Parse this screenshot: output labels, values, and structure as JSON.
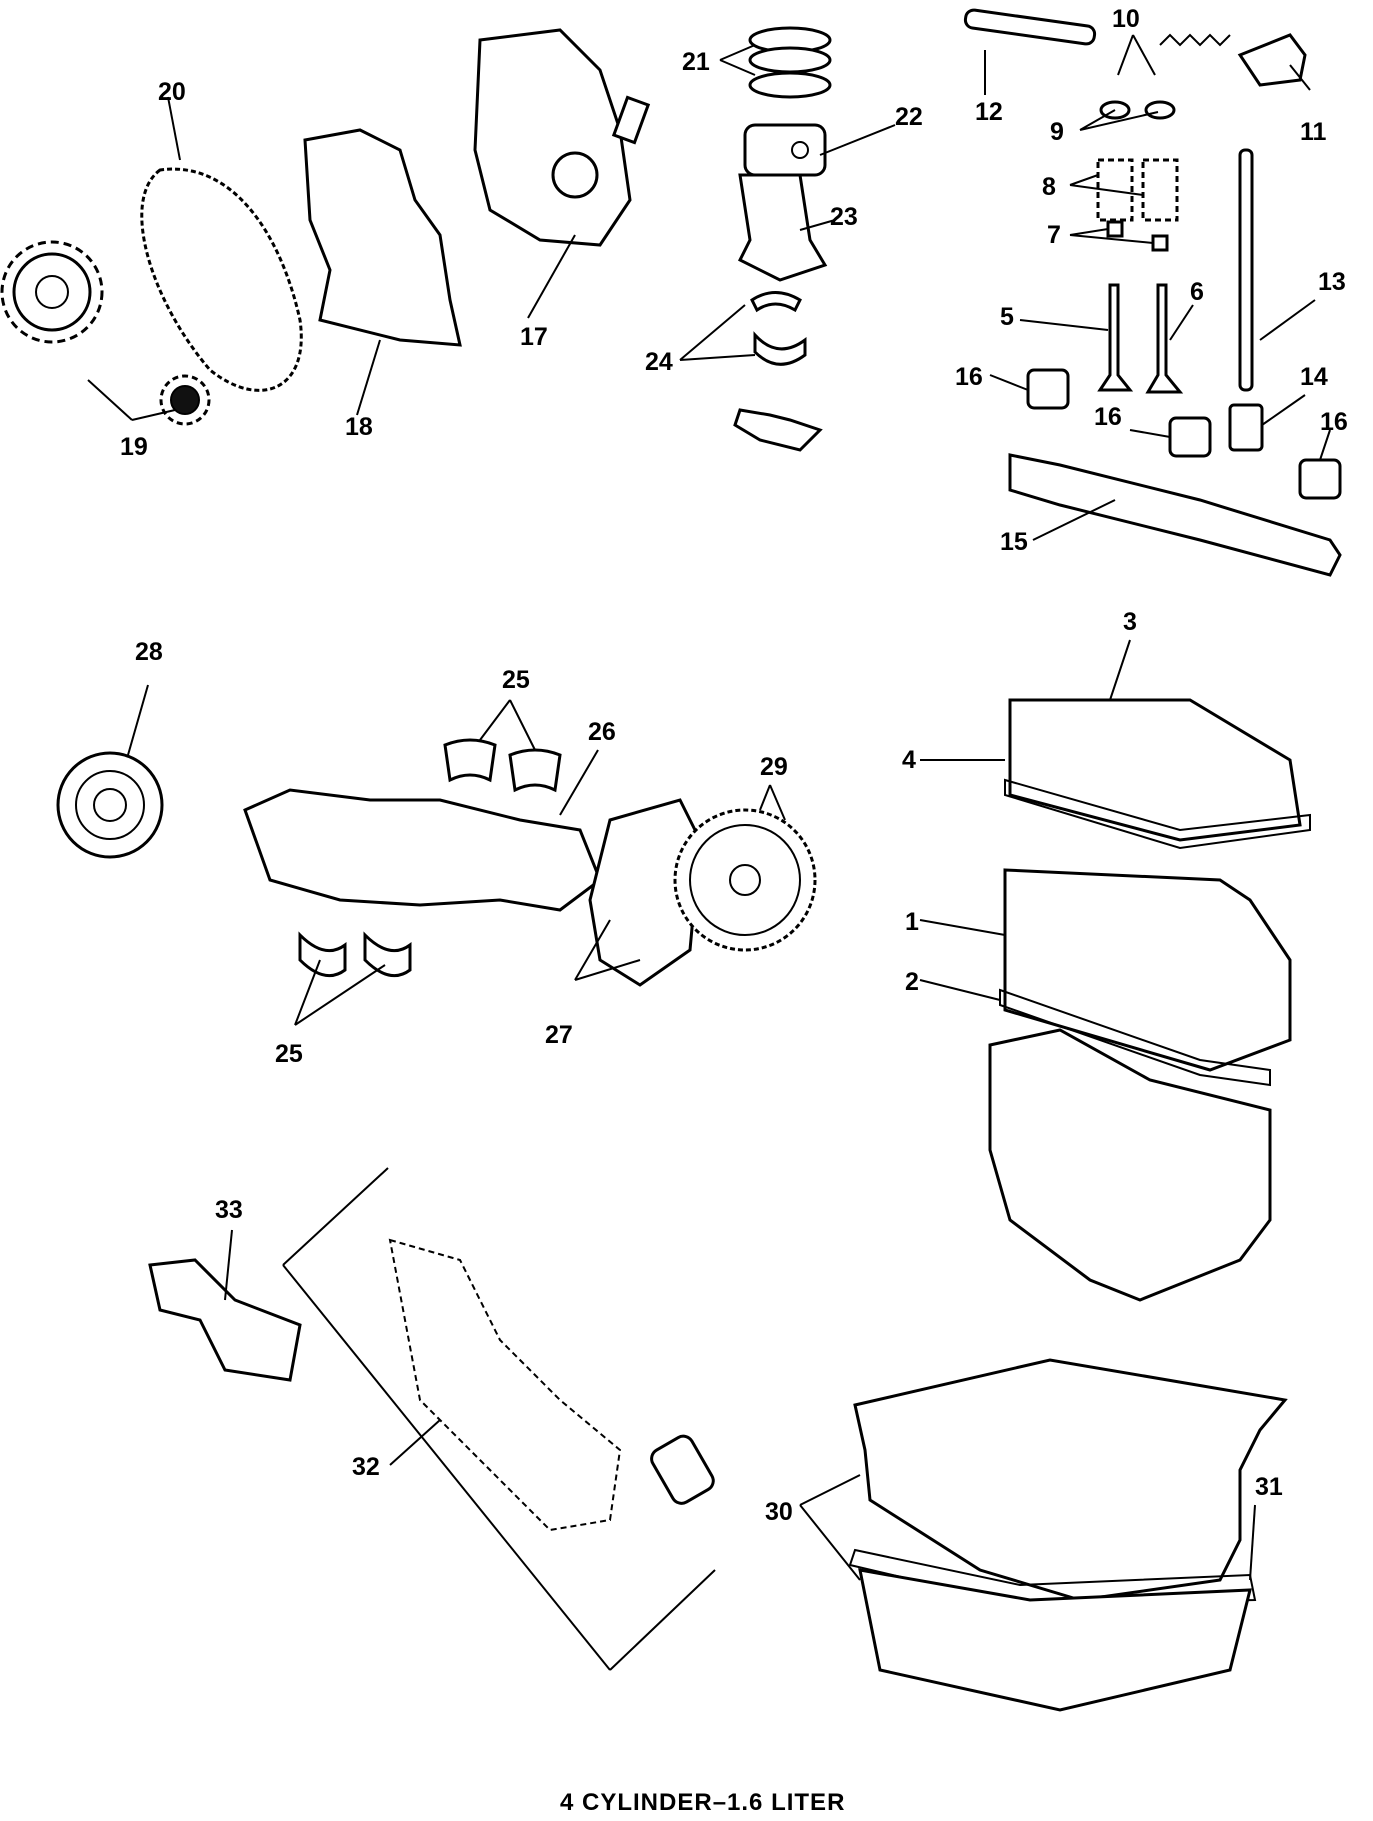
{
  "caption": "4 CYLINDER–1.6 LITER",
  "callouts": {
    "n1": "1",
    "n2": "2",
    "n3": "3",
    "n4": "4",
    "n5": "5",
    "n6": "6",
    "n7": "7",
    "n8": "8",
    "n9": "9",
    "n10": "10",
    "n11": "11",
    "n12": "12",
    "n13": "13",
    "n14": "14",
    "n15": "15",
    "n16a": "16",
    "n16b": "16",
    "n16c": "16",
    "n17": "17",
    "n18": "18",
    "n19": "19",
    "n20": "20",
    "n21": "21",
    "n22": "22",
    "n23": "23",
    "n24": "24",
    "n25a": "25",
    "n25b": "25",
    "n26": "26",
    "n27": "27",
    "n28": "28",
    "n29": "29",
    "n30": "30",
    "n31": "31",
    "n32": "32",
    "n33": "33"
  }
}
